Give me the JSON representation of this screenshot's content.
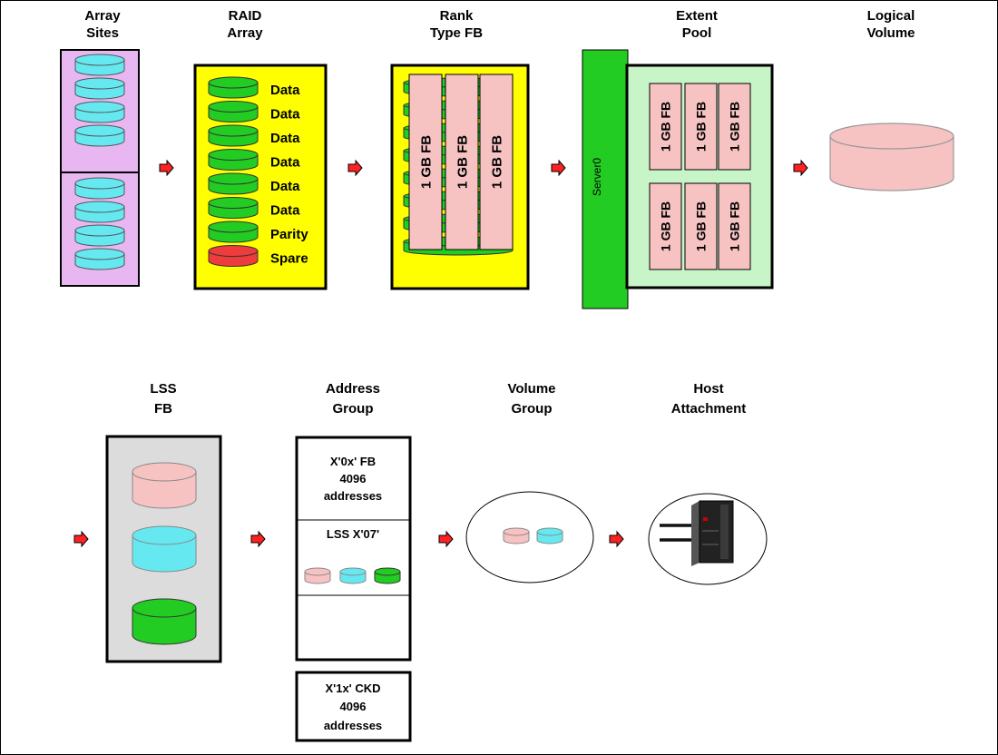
{
  "row1": {
    "array_sites": {
      "title_line1": "Array",
      "title_line2": "Sites"
    },
    "raid_array": {
      "title_line1": "RAID",
      "title_line2": "Array",
      "disks": [
        "Data",
        "Data",
        "Data",
        "Data",
        "Data",
        "Data",
        "Parity",
        "Spare"
      ]
    },
    "rank": {
      "title_line1": "Rank",
      "title_line2": "Type FB",
      "extent_label": "1 GB FB"
    },
    "extent_pool": {
      "title_line1": "Extent",
      "title_line2": "Pool",
      "server_label": "Server0",
      "extent_label": "1 GB FB"
    },
    "logical_volume": {
      "title_line1": "Logical",
      "title_line2": "Volume"
    }
  },
  "row2": {
    "lss": {
      "title_line1": "LSS",
      "title_line2": "FB"
    },
    "address_group": {
      "title_line1": "Address",
      "title_line2": "Group",
      "fb_line1": "X'0x' FB",
      "fb_line2": "4096",
      "fb_line3": "addresses",
      "lss_label": "LSS X'07'",
      "ckd_line1": "X'1x' CKD",
      "ckd_line2": "4096",
      "ckd_line3": "addresses"
    },
    "volume_group": {
      "title_line1": "Volume",
      "title_line2": "Group"
    },
    "host_attachment": {
      "title_line1": "Host",
      "title_line2": "Attachment"
    }
  },
  "colors": {
    "cyan_disk": "#66e8f0",
    "green_disk": "#22cc22",
    "red_disk": "#ee3b3b",
    "pink_disk": "#f7c2c2",
    "array_sites_bg": "#e8b7f2",
    "raid_bg": "#ffff00",
    "extent_pool_bg": "#c8f5c8",
    "server_bar": "#22cc22",
    "lss_bg": "#dcdcdc",
    "arrow": "#ff0000"
  }
}
